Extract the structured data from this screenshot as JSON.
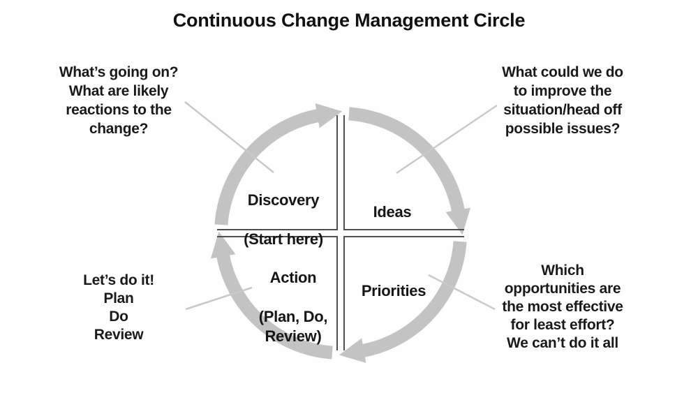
{
  "title": "Continuous Change Management Circle",
  "colors": {
    "arc_band": "#c3c3c3",
    "quadrant_border": "#4f4f4f",
    "connector_line": "#c9c9c9",
    "text": "#1a1a1a",
    "background": "#fefefe"
  },
  "cycle": {
    "type": "circular-flow",
    "direction": "clockwise",
    "quadrants": [
      {
        "name": "Discovery",
        "sublabel": "(Start here)",
        "position": "top-left",
        "annotation": "What’s going on?\nWhat are likely\nreactions to the\nchange?"
      },
      {
        "name": "Ideas",
        "sublabel": "",
        "position": "top-right",
        "annotation": "What could we do\nto improve the\nsituation/head off\npossible issues?"
      },
      {
        "name": "Priorities",
        "sublabel": "",
        "position": "bottom-right",
        "annotation": "Which\nopportunities are\nthe most effective\nfor least effort?\nWe can’t do it all"
      },
      {
        "name": "Action",
        "sublabel": "(Plan, Do,\nReview)",
        "position": "bottom-left",
        "annotation": "Let’s do it!\nPlan\nDo\nReview"
      }
    ]
  }
}
